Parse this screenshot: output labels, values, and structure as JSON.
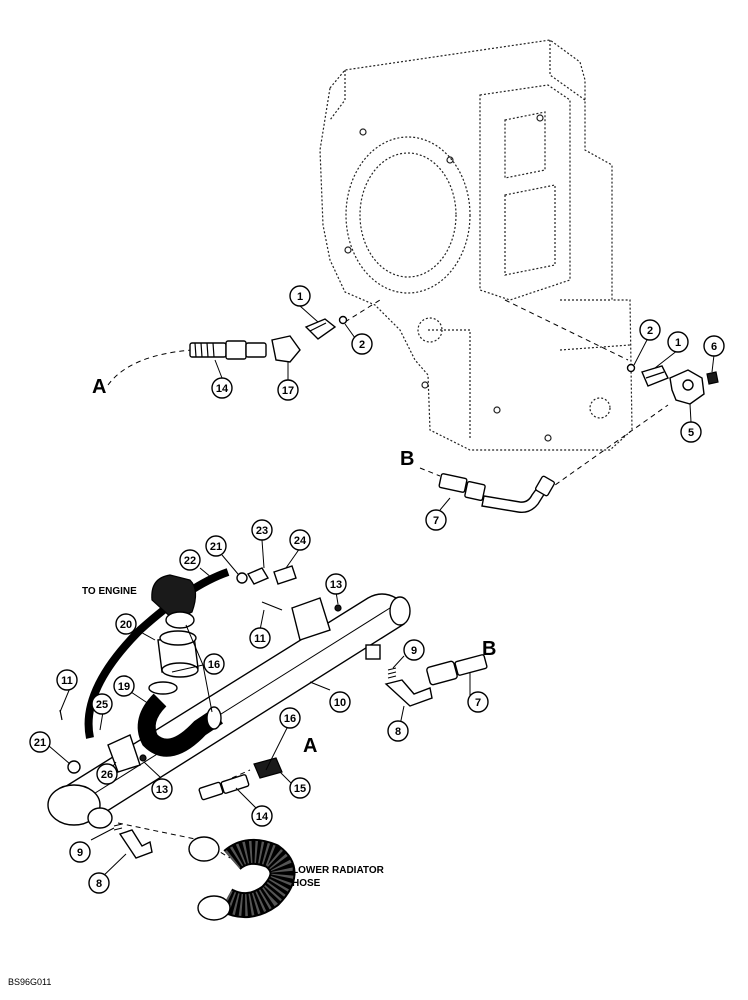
{
  "connection_letters": {
    "a": "A",
    "b": "B"
  },
  "notes": {
    "to_engine": "TO ENGINE",
    "lower_radiator_hose_line1": "LOWER RADIATOR",
    "lower_radiator_hose_line2": "HOSE"
  },
  "figure_code": "BS96G011",
  "callouts": {
    "c1_left": "1",
    "c2_left": "2",
    "c14_top": "14",
    "c17": "17",
    "c2_right": "2",
    "c1_right": "1",
    "c6": "6",
    "c5": "5",
    "c7_top": "7",
    "c23": "23",
    "c24": "24",
    "c21_top": "21",
    "c22": "22",
    "c13_top": "13",
    "c20": "20",
    "c11_top": "11",
    "c16_top": "16",
    "c9_right": "9",
    "c11_left": "11",
    "c19": "19",
    "c25": "25",
    "c10": "10",
    "c7_bottom": "7",
    "c8_right": "8",
    "c16_mid": "16",
    "c21_left": "21",
    "c26": "26",
    "c13_bottom": "13",
    "c15": "15",
    "c14_bottom": "14",
    "c9_left": "9",
    "c8_left": "8"
  }
}
